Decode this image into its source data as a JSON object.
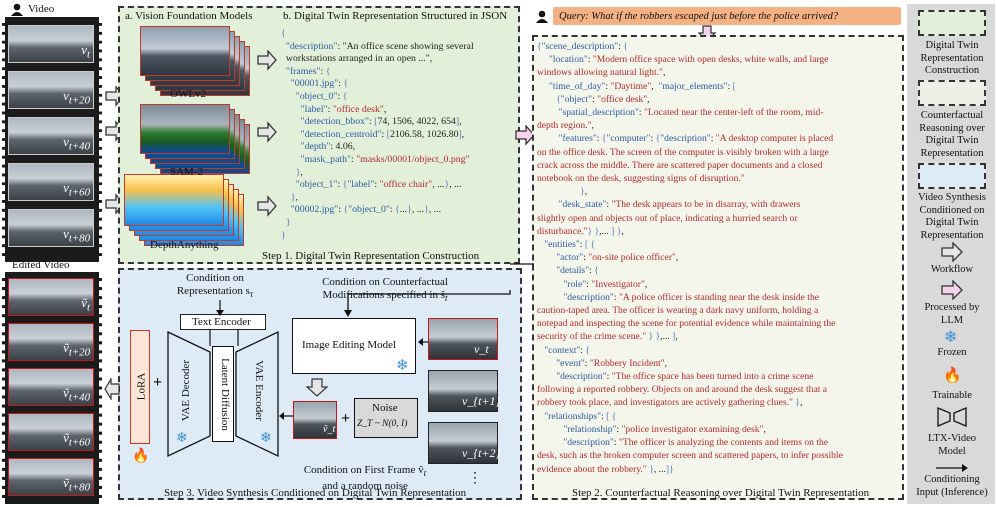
{
  "video_label": "Video",
  "edited_video_label": "Edited Video",
  "frames": [
    "v_t",
    "v_{t+20}",
    "v_{t+40}",
    "v_{t+60}",
    "v_{t+80}"
  ],
  "edited_frames": [
    "ṽ_t",
    "ṽ_{t+20}",
    "ṽ_{t+40}",
    "ṽ_{t+60}",
    "ṽ_{t+80}"
  ],
  "step1": {
    "a_title": "a. Vision Foundation Models",
    "b_title": "b. Digital Twin Representation Structured in JSON",
    "models": [
      "OWLv2",
      "SAM-2",
      "DepthAnything"
    ],
    "caption": "Step 1. Digital Twin Representation Construction",
    "json_lines": [
      "{",
      "  \"description\": \"An office scene showing several",
      "  workstations arranged in an open ...\",",
      "  \"frames\": {",
      "    \"00001.jpg\": {",
      "      \"object_0\": {",
      "        \"label\": \"office desk\",",
      "        \"detection_bbox\": [74, 1506, 4022, 654],",
      "        \"detection_centroid\": [2106.58, 1026.80],",
      "        \"depth\": 4.06,",
      "        \"mask_path\": \"masks/00001/object_0.png\"",
      "      },",
      "      \"object_1\": {\"label\": \"office chair\", ...}, ...",
      "    },",
      "    \"00002.jpg\": {\"object_0\": {...}, ...}, ...",
      "  }",
      "}"
    ]
  },
  "step2": {
    "query": "Query: What if the robbers escaped just before the police arrived?",
    "caption": "Step 2. Counterfactual Reasoning over Digital Twin Representation",
    "json_lines": [
      "{\"scene_description\": {",
      "     \"location\": \"Modern office space with open desks, white walls, and large",
      "windows allowing natural light.\",",
      "     \"time_of_day\": \"Daytime\",  \"major_elements\": [",
      "        {\"object\": \"office desk\",",
      "         \"spatial_description\": \"Located near the center-left of the room, mid-",
      "depth region.\",",
      "         \"features\": {\"computer\": {\"description\": \"A desktop computer is placed",
      "on the office desk. The screen of the computer is visibly broken with a large",
      "crack across the middle. There are scattered paper documents and a closed",
      "notebook on the desk, suggesting signs of disruption.\"",
      "                  },",
      "         \"desk_state\": \"The desk appears to be in disarray, with drawers",
      "slightly open and objects out of place, indicating a hurried search or",
      "disturbance.\"} },... ] },",
      "   \"entities\": [ {",
      "        \"actor\": \"on-site police officer\",",
      "        \"details\": {",
      "           \"role\": \"Investigator\",",
      "           \"description\": \"A police officer is standing near the desk inside the",
      "caution-taped area. The officer is wearing a dark navy uniform, holding a",
      "notepad and inspecting the scene for potential evidence while maintaining the",
      "security of the crime scene.\" } },... ],",
      "   \"context\": {",
      "        \"event\": \"Robbery Incident\",",
      "        \"description\": \"The office space has been turned into a crime scene",
      "following a reported robbery. Objects on and around the desk suggest that a",
      "robbery took place, and investigators are actively gathering clues.\" },",
      "   \"relationships\": [ {",
      "           \"relationship\": \"police investigator examining desk\",",
      "           \"description\": \"The officer is analyzing the contents and items on the",
      "desk, such as the broken computer screen and scattered papers, to infer possible",
      "evidence about the robbery.\" }, ...]}"
    ]
  },
  "step3": {
    "cond_rep": "Condition on",
    "cond_rep2": "Representation s",
    "cond_rep_sub": "τ",
    "cond_cf": "Condition on Counterfactual",
    "cond_cf2": "Modifications specified in s̃",
    "cond_cf_sub": "t",
    "text_encoder": "Text Encoder",
    "image_editing": "Image Editing Model",
    "lora": "LoRA",
    "vae_decoder": "VAE Decoder",
    "latent_diffusion": "Latent Diffusion",
    "vae_encoder": "VAE Encoder",
    "noise": "Noise",
    "noise_formula": "Z_T ~ N(0, I)",
    "cond_first": "Condition on First Frame ṽ",
    "cond_first_sub": "t",
    "cond_first2": "and a random noise",
    "thumbs": [
      "v_t",
      "v_{t+1}",
      "v_{t+2}"
    ],
    "edited_thumb": "ṽ_t",
    "ellipsis": "⋮",
    "caption": "Step 3. Video Synthesis Conditioned on Digital Twin Representation"
  },
  "legend": {
    "items": [
      "Digital Twin Representation Construction",
      "Counterfactual Reasoning over Digital Twin Representation",
      "Video Synthesis Conditioned on Digital Twin Representation",
      "Workflow",
      "Processed by LLM",
      "Frozen",
      "Trainable",
      "LTX-Video Model",
      "Conditioning Input (Inference)"
    ]
  },
  "colors": {
    "step1_bg": "#e2f0d9",
    "step2_bg": "#f4f6ec",
    "step3_bg": "#deebf7",
    "legend_bg": "#d9d9d9",
    "llm_arrow": "#f5d3ea",
    "frozen": "#3d8fd6",
    "json_key": "#2c5aa0",
    "json_value": "#b5282d"
  }
}
